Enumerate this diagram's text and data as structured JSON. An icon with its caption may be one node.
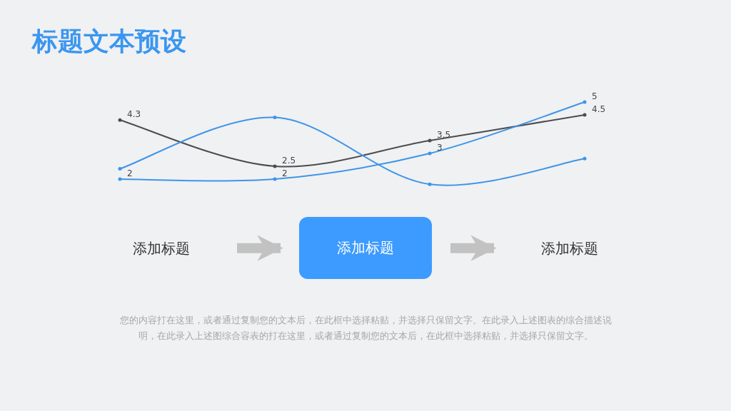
{
  "diagram": {
    "title": "标题文本预设",
    "nodes": [
      {
        "text": [
          "添加标题"
        ]
      },
      {
        "text": [
          "添加标题"
        ]
      },
      {
        "text": [
          "添加标题"
        ]
      }
    ],
    "edges": [
      {
        "from": 0,
        "to": 1,
        "arrow": "to"
      },
      {
        "from": 1,
        "to": 2,
        "arrow": "to"
      }
    ],
    "labels": [
      "您的内容打在这里，或者通过复制您的文本后，在此框中选择粘贴，并选择只保留文字。在此录入上述图表的综合描述说明，在此录入上述图综合容表的打在这里，或者通过复制您的文本后，在此框中选择粘贴，并选择只保留文字。"
    ],
    "chart_data": {
      "type": "line",
      "categories": [
        null,
        null,
        null,
        null
      ],
      "series": [
        {
          "color": "#4d4d4d",
          "values": [
            4.3,
            2.5,
            3.5,
            4.5
          ],
          "data_labels": true
        },
        {
          "color": "#3d95e8",
          "values": [
            2,
            2,
            3,
            5
          ],
          "data_labels": true
        },
        {
          "color": "#3d95e8",
          "values": [
            2.4,
            4.4,
            1.8,
            2.8
          ],
          "data_labels": false
        }
      ]
    }
  }
}
